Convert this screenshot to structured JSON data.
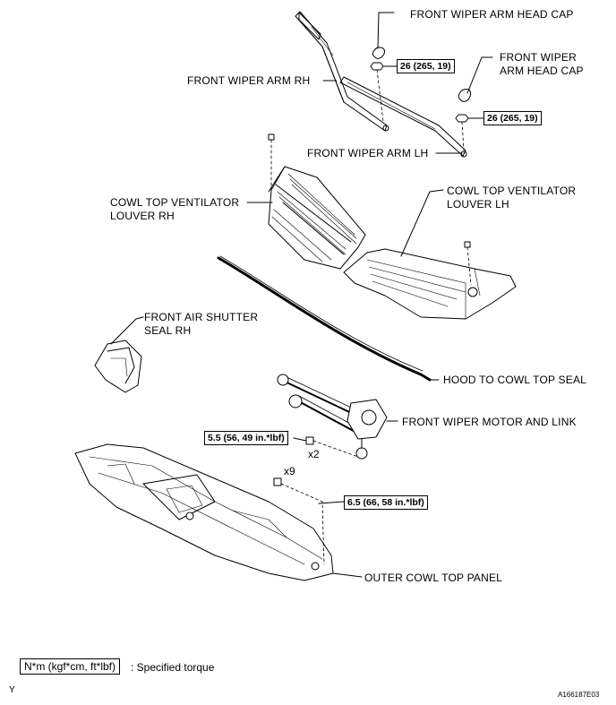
{
  "labels": {
    "arm_head_cap_top": "FRONT WIPER ARM HEAD CAP",
    "arm_head_cap_right_1": "FRONT WIPER",
    "arm_head_cap_right_2": "ARM HEAD CAP",
    "arm_rh": "FRONT WIPER ARM RH",
    "arm_lh": "FRONT WIPER ARM LH",
    "louver_rh_1": "COWL TOP VENTILATOR",
    "louver_rh_2": "LOUVER RH",
    "louver_lh_1": "COWL TOP VENTILATOR",
    "louver_lh_2": "LOUVER LH",
    "shutter_seal_1": "FRONT AIR SHUTTER",
    "shutter_seal_2": "SEAL RH",
    "hood_seal": "HOOD TO COWL TOP SEAL",
    "motor_link": "FRONT WIPER MOTOR AND LINK",
    "outer_panel": "OUTER COWL TOP PANEL"
  },
  "torques": {
    "arm_nut_rh": "26 (265, 19)",
    "arm_nut_lh": "26 (265, 19)",
    "motor_bolt": "5.5 (56, 49 in.*lbf)",
    "panel_bolt": "6.5 (66, 58 in.*lbf)"
  },
  "quantities": {
    "motor_bolt": "x2",
    "panel_bolt": "x9"
  },
  "legend": {
    "unit_box": "N*m (kgf*cm, ft*lbf)",
    "description": ": Specified torque"
  },
  "footer": {
    "left_mark": "Y",
    "figure_id": "A166187E03"
  }
}
